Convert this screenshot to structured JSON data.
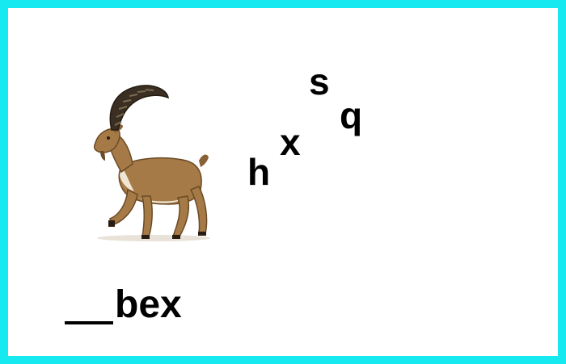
{
  "puzzle": {
    "word_suffix": "bex",
    "letter_choices": [
      "s",
      "q",
      "x",
      "h"
    ]
  },
  "colors": {
    "frame": "#16e9f0",
    "text": "#000000",
    "animal_body": "#a57a46",
    "animal_horn": "#3a2f22"
  },
  "icons": {
    "picture": "ibex-illustration"
  }
}
